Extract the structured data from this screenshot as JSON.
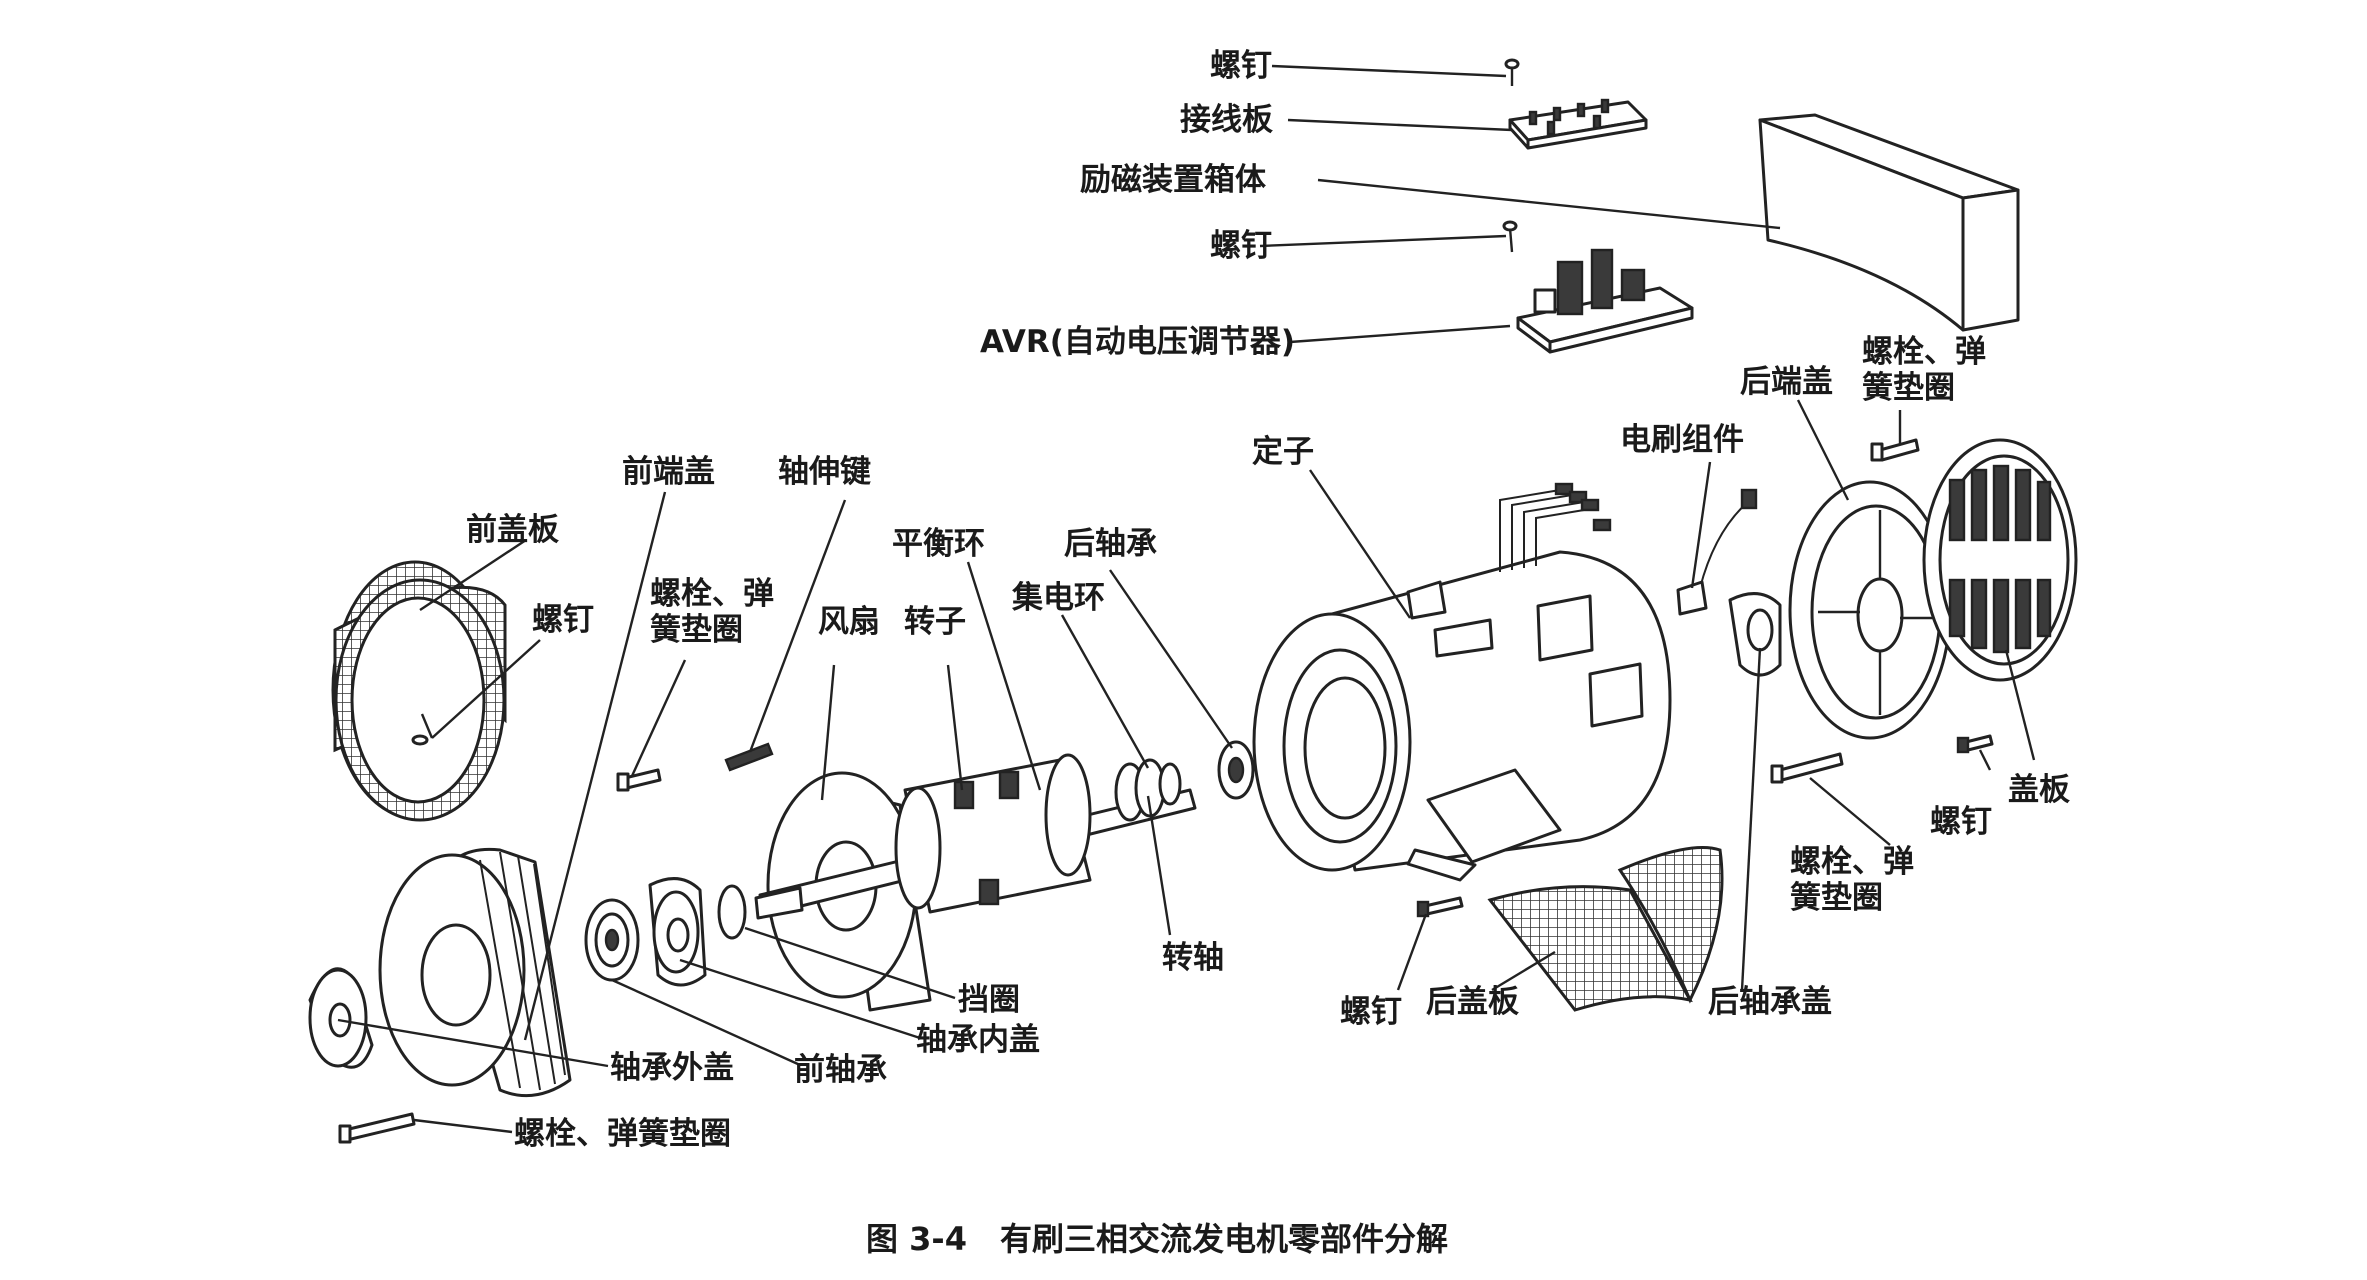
{
  "labels": {
    "screw_top": "螺钉",
    "terminal_board": "接线板",
    "exciter_box": "励磁装置箱体",
    "screw_avr": "螺钉",
    "avr": "AVR(自动电压调节器)",
    "front_end_cover": "前端盖",
    "shaft_key": "轴伸键",
    "front_cover_plate": "前盖板",
    "screw_front": "螺钉",
    "bolt_washer_1": "螺栓、弹\n簧垫圈",
    "balance_ring": "平衡环",
    "rear_bearing": "后轴承",
    "fan": "风扇",
    "rotor": "转子",
    "slip_ring": "集电环",
    "stator": "定子",
    "brush_assembly": "电刷组件",
    "rear_end_cover": "后端盖",
    "bolt_washer_2": "螺栓、弹\n簧垫圈",
    "cover_plate": "盖板",
    "screw_right": "螺钉",
    "bolt_washer_3": "螺栓、弹\n簧垫圈",
    "shaft": "转轴",
    "retaining_ring": "挡圈",
    "bearing_inner_cover": "轴承内盖",
    "front_bearing": "前轴承",
    "bearing_outer_cover": "轴承外盖",
    "bolt_washer_4": "螺栓、弹簧垫圈",
    "screw_bottom": "螺钉",
    "rear_cover_plate": "后盖板",
    "rear_bearing_cover": "后轴承盖"
  },
  "caption": {
    "number": "图 3-4",
    "title": "有刷三相交流发电机零部件分解"
  }
}
